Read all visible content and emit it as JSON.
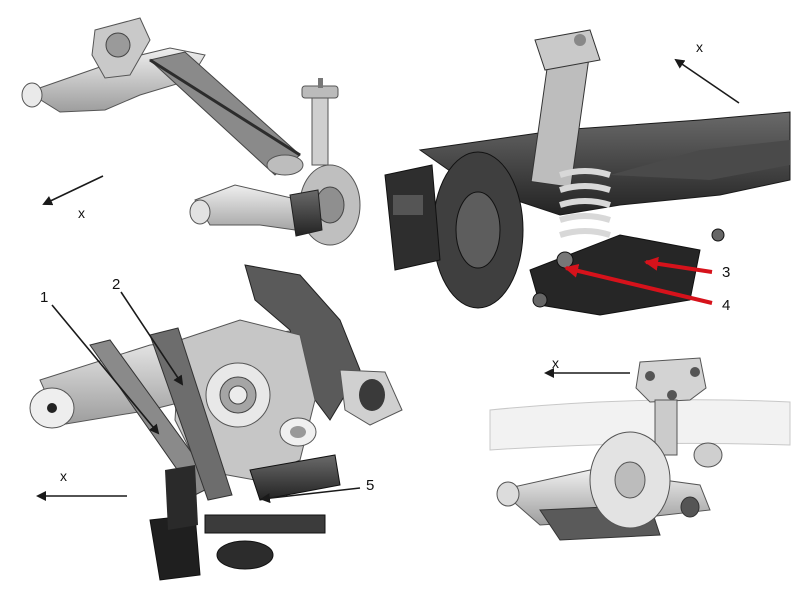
{
  "colors": {
    "background": "#ffffff",
    "metal_light": "#d9d9d9",
    "metal_mid": "#a9a9a9",
    "metal_dark": "#3c3c3c",
    "arrow_black": "#1a1a1a",
    "arrow_red": "#d6121b"
  },
  "panels": {
    "top_left": {
      "direction_label": "x"
    },
    "top_right": {
      "direction_label": "x",
      "callouts": [
        "3",
        "4"
      ]
    },
    "bottom_left": {
      "direction_label": "x",
      "callouts": [
        "1",
        "2",
        "5"
      ]
    },
    "bottom_right": {
      "direction_label": "x"
    }
  }
}
